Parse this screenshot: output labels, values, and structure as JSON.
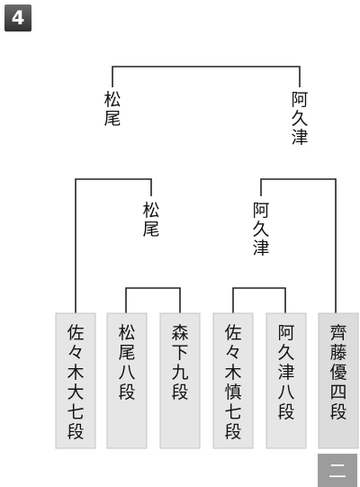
{
  "round_badge": "4",
  "final_winners": {
    "left": "松尾",
    "right": "阿久津"
  },
  "semi_winners": {
    "left": "松尾",
    "right": "阿久津"
  },
  "players": [
    "佐々木大七段",
    "松尾八段",
    "森下九段",
    "佐々木慎七段",
    "阿久津八段",
    "齊藤優四段"
  ],
  "bottom_badge": "二"
}
